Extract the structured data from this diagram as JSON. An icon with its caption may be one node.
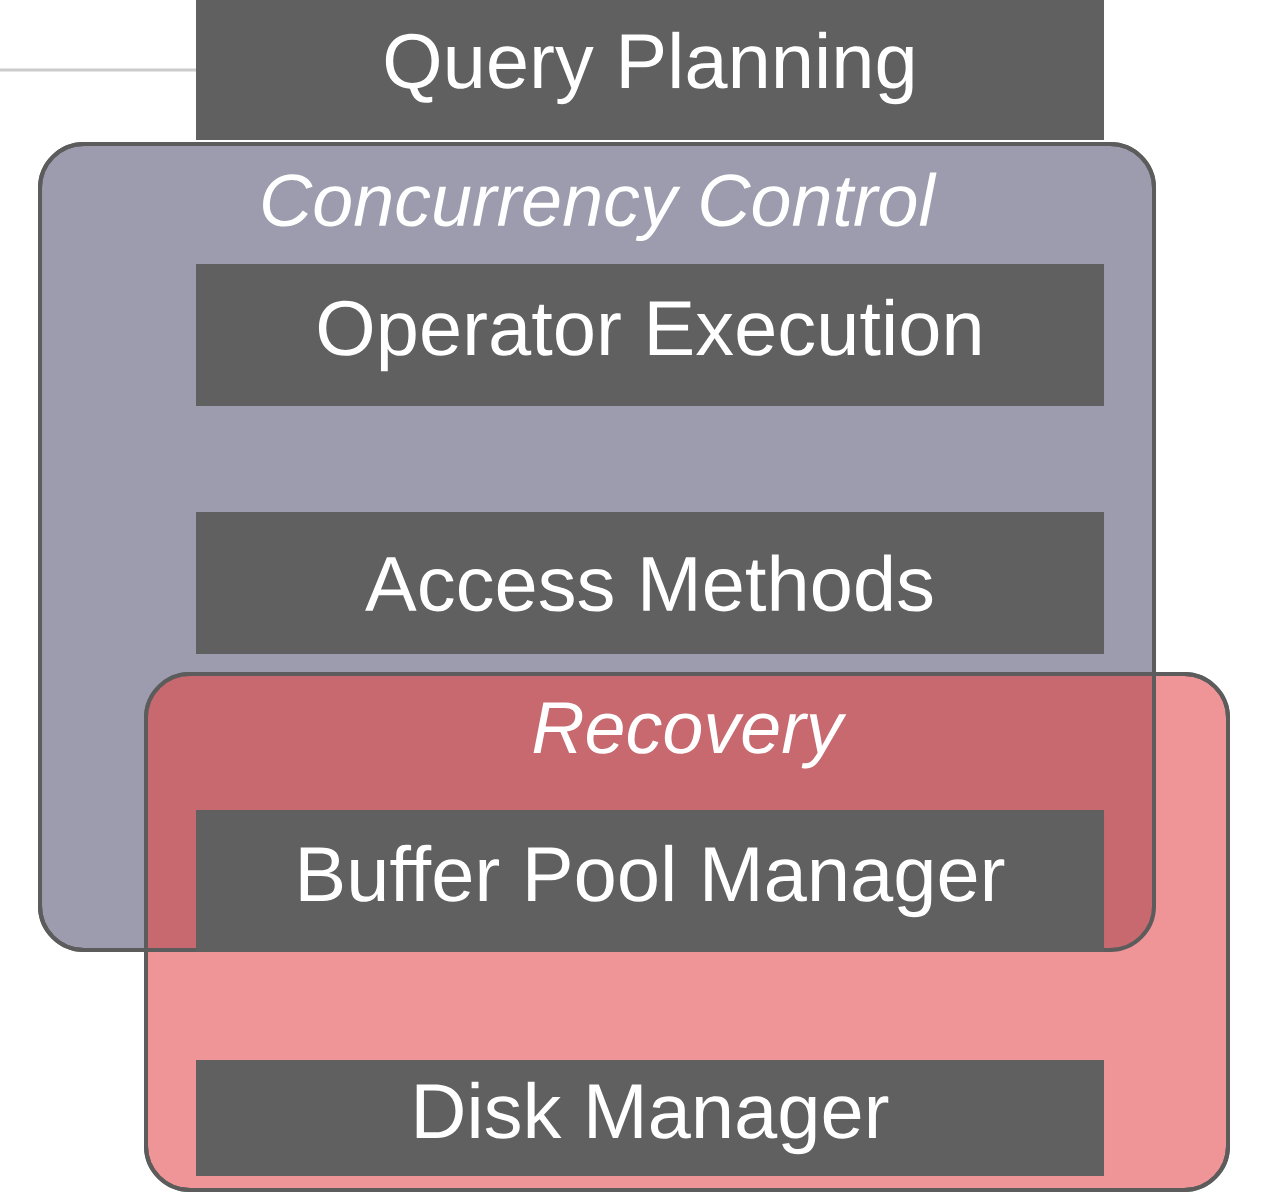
{
  "diagram": {
    "nodes": [
      {
        "text": [
          "Query Planning"
        ]
      },
      {
        "text": [
          "Concurrency Control"
        ]
      },
      {
        "text": [
          "Operator Execution"
        ],
        "in": 1
      },
      {
        "text": [
          "Access Methods"
        ],
        "in": 1
      },
      {
        "text": [
          "Recovery"
        ]
      },
      {
        "text": [
          "Buffer Pool Manager"
        ]
      },
      {
        "text": [
          "Disk Manager"
        ],
        "in": 4
      }
    ]
  }
}
